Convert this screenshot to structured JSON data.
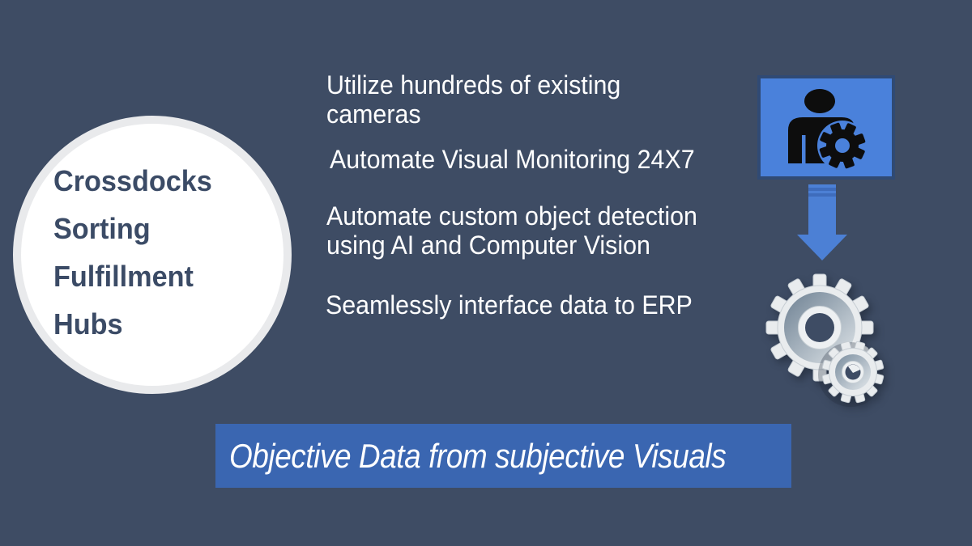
{
  "slide": {
    "type": "presentation-slide",
    "colors": {
      "background": "#3E4C64",
      "circle_fill": "#FFFFFF",
      "circle_ring": "#E9EAEC",
      "circle_text": "#3B4B66",
      "body_text": "#FFFFFF",
      "banner_fill": "#3A66B1",
      "banner_text": "#FFFFFF",
      "icon_box_fill": "#4A81DB",
      "icon_box_border": "#304A74",
      "arrow_blue": "#4C80D5",
      "arrow_stripe": "#3E6CBC",
      "gear_light": "#E9ECEE",
      "person_icon_black": "#0D0D0D"
    },
    "circle": {
      "lines": [
        "Crossdocks",
        "Sorting",
        "Fulfillment",
        "Hubs"
      ]
    },
    "bullets": [
      {
        "lines": [
          "Utilize hundreds of existing",
          "cameras"
        ]
      },
      {
        "lines": [
          "Automate Visual Monitoring 24X7"
        ]
      },
      {
        "lines": [
          "Automate custom object detection",
          "using AI and Computer Vision"
        ]
      },
      {
        "lines": [
          "Seamlessly interface data to ERP"
        ]
      }
    ],
    "banner": {
      "text": "Objective Data from subjective Visuals"
    },
    "icons": {
      "person_gear": "person-with-gear-icon",
      "down_arrow": "down-arrow-icon",
      "gears": "gears-icon"
    }
  }
}
